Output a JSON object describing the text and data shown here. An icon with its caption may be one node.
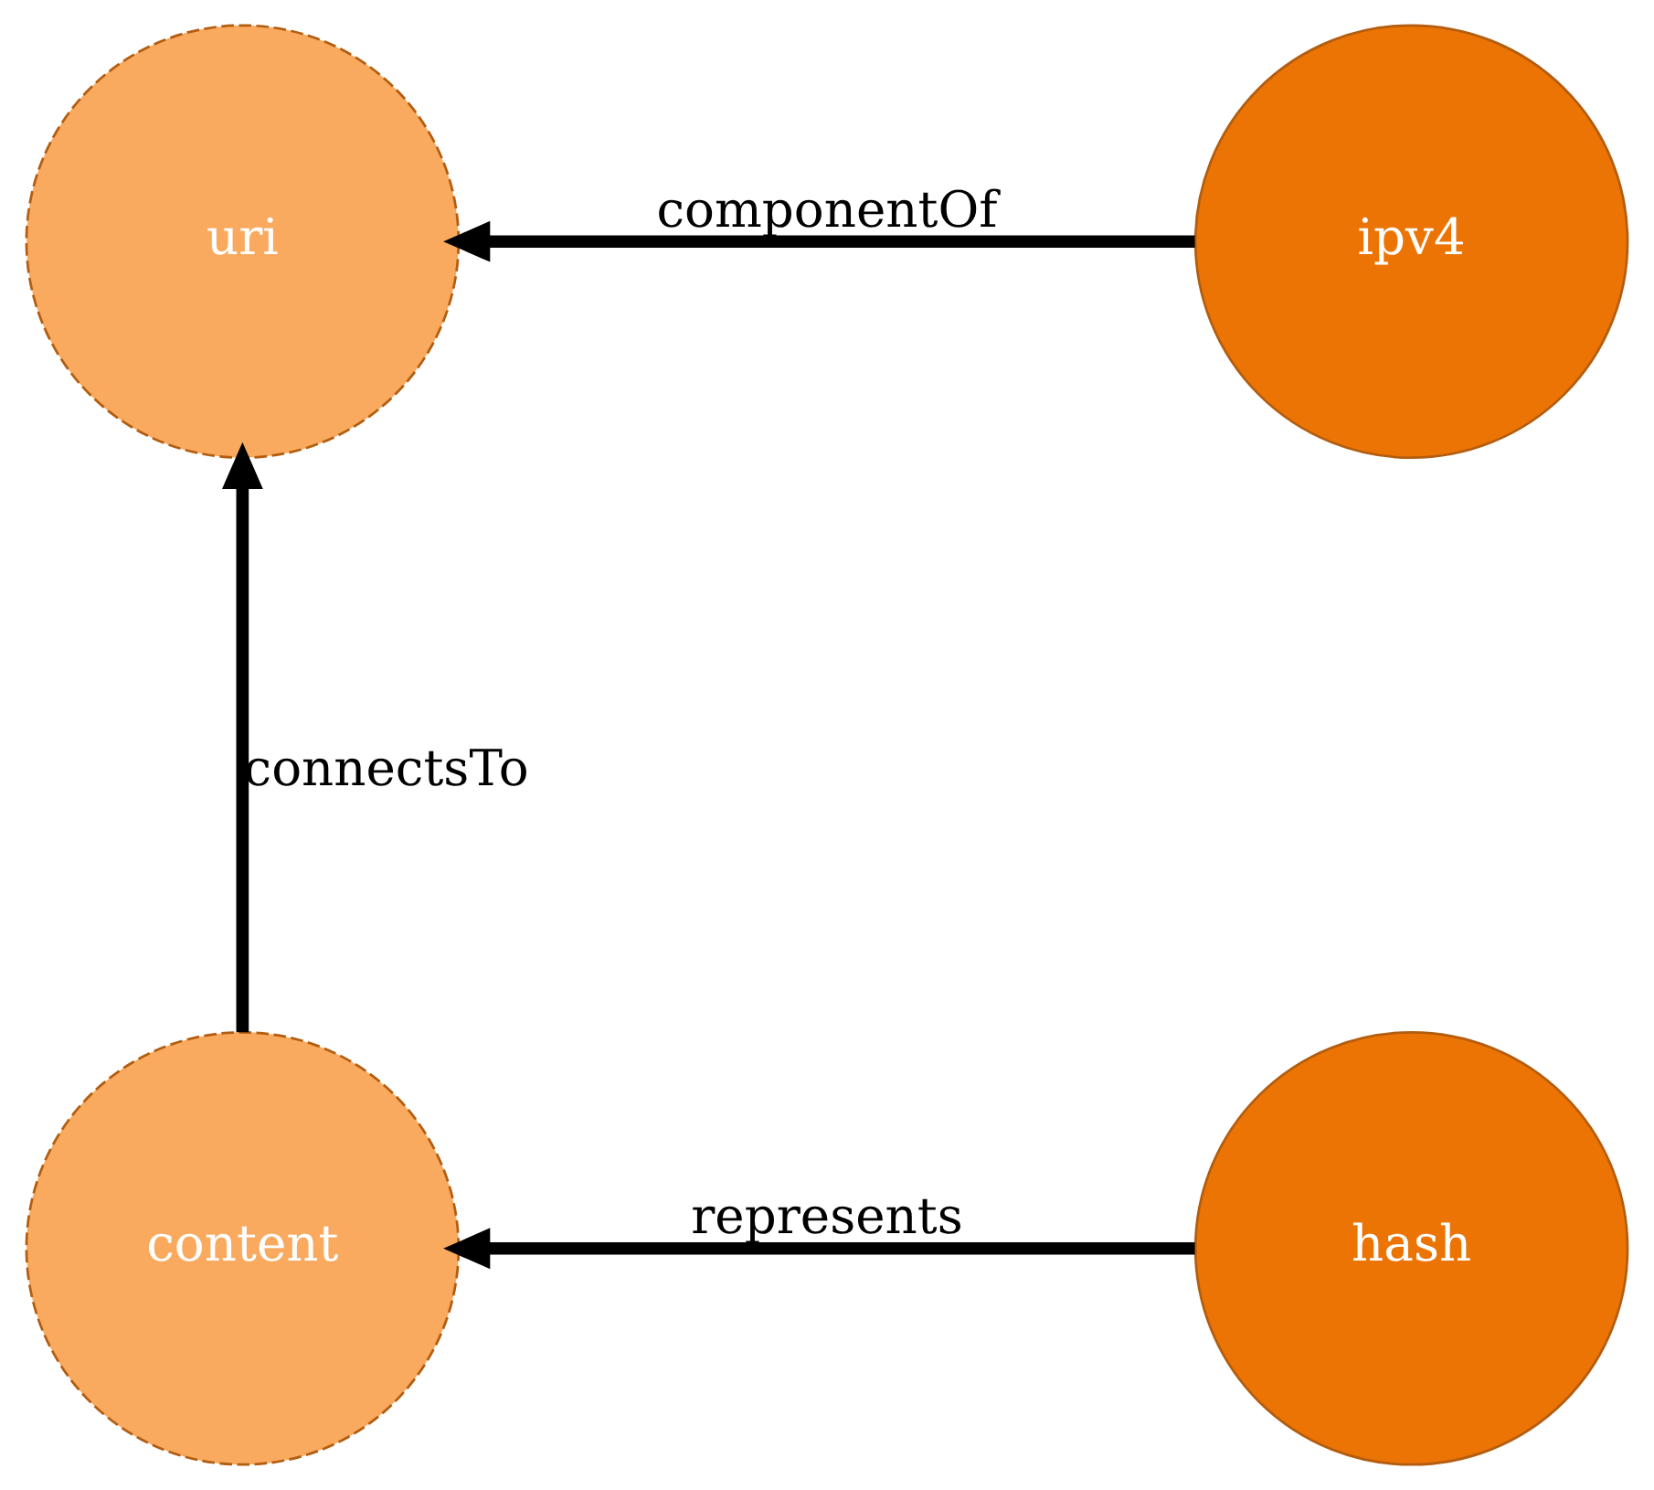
{
  "diagram": {
    "nodes": [
      {
        "text": [
          "uri"
        ]
      },
      {
        "text": [
          "ipv4"
        ]
      },
      {
        "text": [
          "content"
        ]
      },
      {
        "text": [
          "hash"
        ]
      }
    ],
    "edges": [
      {
        "from": 1,
        "to": 0,
        "arrow": "to",
        "label": "componentOf"
      },
      {
        "from": 2,
        "to": 0,
        "arrow": "to",
        "label": "connectsTo"
      },
      {
        "from": 3,
        "to": 2,
        "arrow": "to",
        "label": "represents"
      }
    ]
  }
}
